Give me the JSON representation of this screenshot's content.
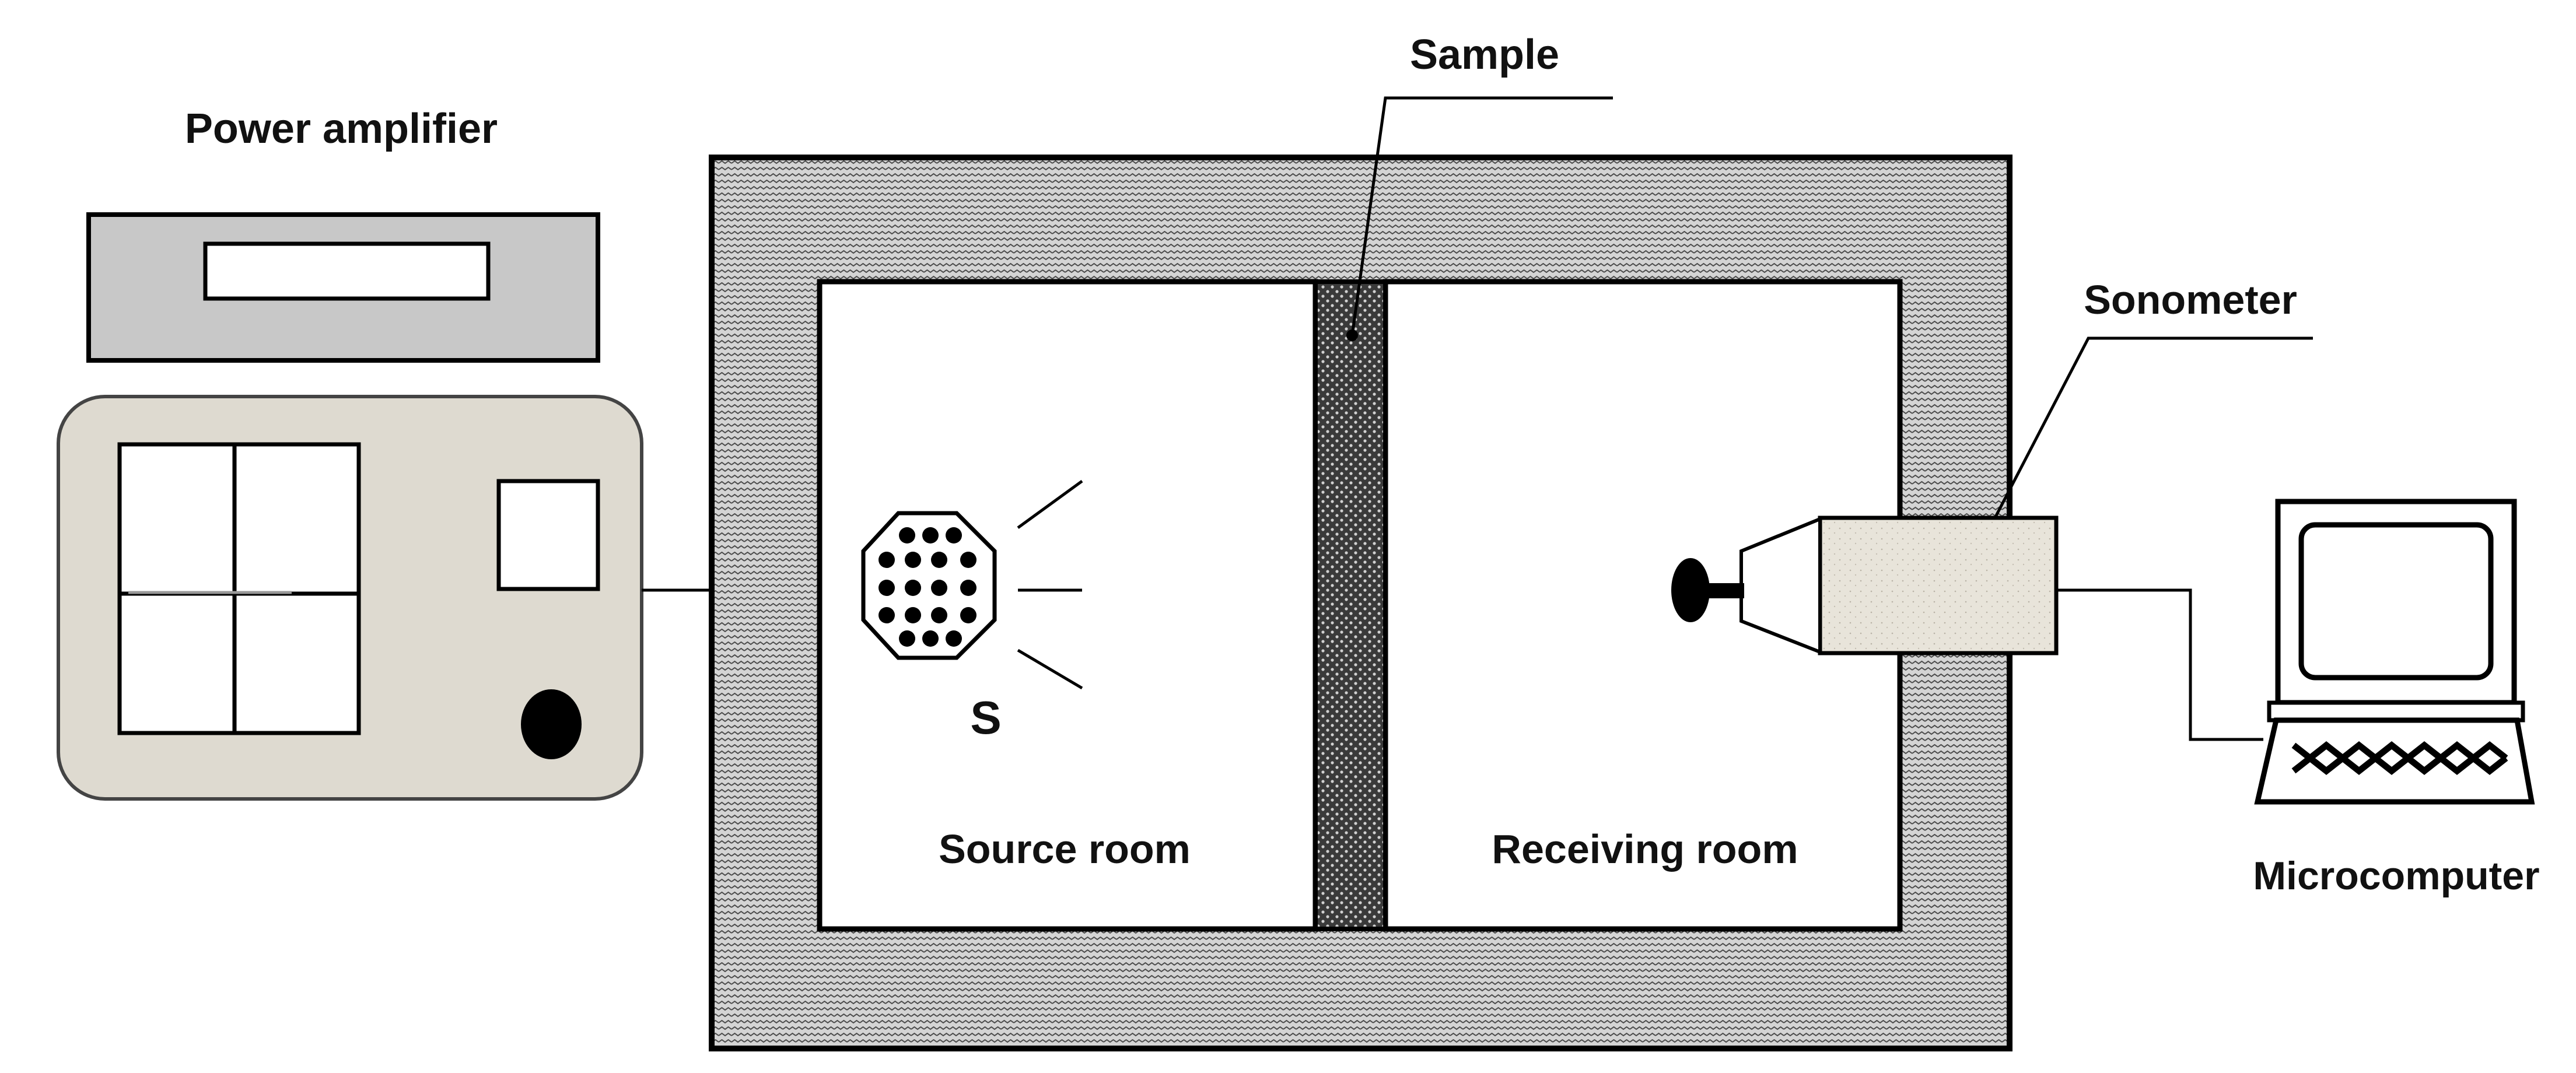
{
  "labels": {
    "power_amplifier": "Power amplifier",
    "sample": "Sample",
    "sonometer": "Sonometer",
    "source_room": "Source room",
    "receiving_room": "Receiving room",
    "source_symbol": "S",
    "microcomputer": "Microcomputer"
  },
  "colors": {
    "line": "#000000",
    "amplifier_top": "#c8c8c8",
    "amplifier_body": "#dedad0",
    "insulation": "#d4d4d4",
    "sample_fill": "#3a3a3a",
    "sonometer_fill": "#e8e4da",
    "background": "#ffffff"
  },
  "icons": {
    "speaker": "speaker-icon",
    "microphone": "microphone-icon",
    "computer": "computer-icon"
  }
}
